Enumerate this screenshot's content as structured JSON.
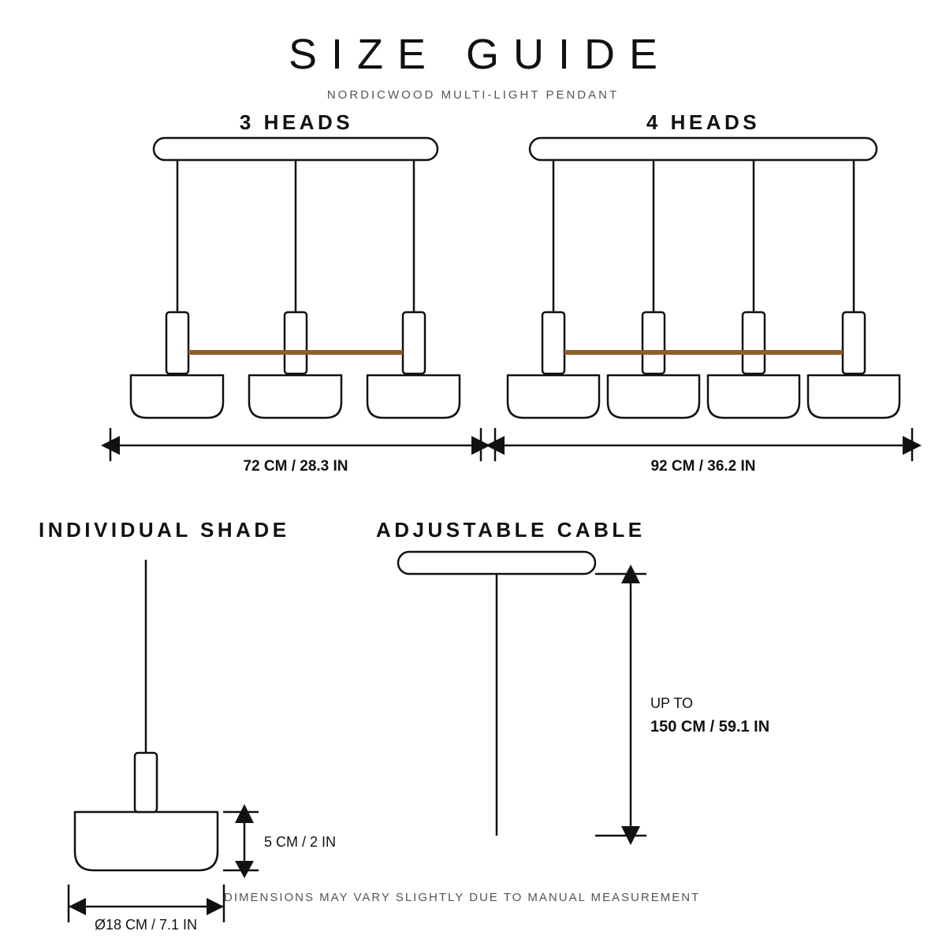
{
  "title": "SIZE GUIDE",
  "subtitle": "NORDICWOOD MULTI-LIGHT PENDANT",
  "three_heads": {
    "heading": "3 HEADS",
    "width_label": "72 CM / 28.3 IN"
  },
  "four_heads": {
    "heading": "4 HEADS",
    "width_label": "92 CM / 36.2 IN"
  },
  "individual_shade": {
    "heading": "INDIVIDUAL SHADE",
    "height_label": "5 CM / 2 IN",
    "diameter_label": "Ø18 CM / 7.1 IN"
  },
  "adjustable_cable": {
    "heading": "ADJUSTABLE CABLE",
    "prefix_label": "UP TO",
    "length_label": "150 CM / 59.1 IN"
  },
  "footnote": "DIMENSIONS MAY VARY SLIGHTLY DUE TO MANUAL MEASUREMENT",
  "colors": {
    "line": "#111111",
    "wood_bar": "#8B5E2B",
    "subtext": "#555555"
  }
}
